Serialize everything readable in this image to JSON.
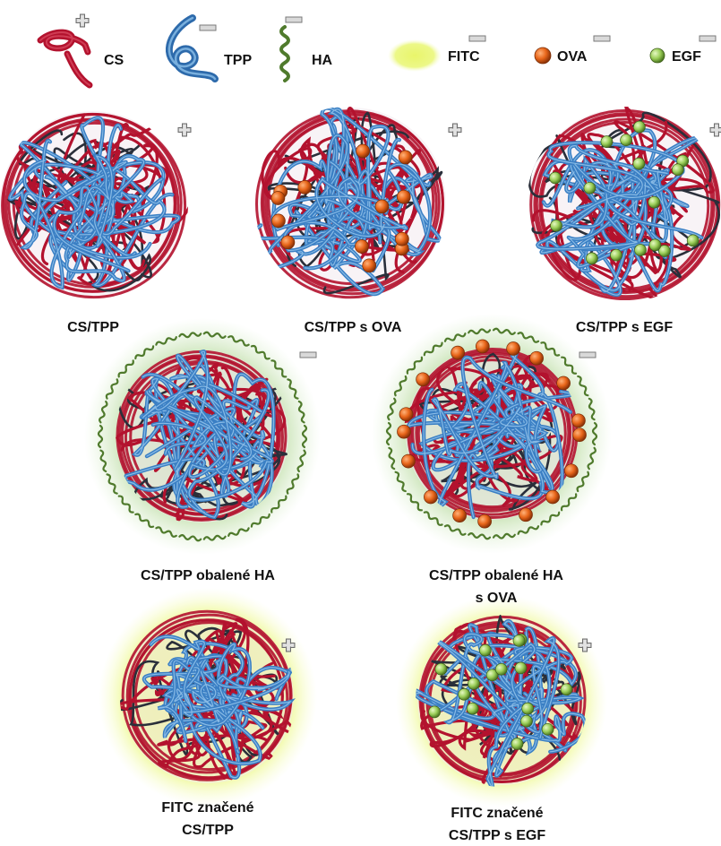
{
  "legend": {
    "cs": "CS",
    "tpp": "TPP",
    "ha": "HA",
    "fitc": "FITC",
    "ova": "OVA",
    "egf": "EGF"
  },
  "panels": {
    "cs_tpp": "CS/TPP",
    "cs_tpp_ova": "CS/TPP s OVA",
    "cs_tpp_egf": "CS/TPP s EGF",
    "cs_tpp_ha": "CS/TPP obalené HA",
    "cs_tpp_ha_ova_line1": "CS/TPP obalené HA",
    "cs_tpp_ha_ova_line2": "s OVA",
    "fitc_cs_tpp_line1": "FITC značené",
    "fitc_cs_tpp_line2": "CS/TPP",
    "fitc_cs_tpp_egf_line1": "FITC značené",
    "fitc_cs_tpp_egf_line2": "CS/TPP s EGF"
  },
  "colors": {
    "cs": "#b3122e",
    "tpp": "#3a7fc4",
    "ha": "#4f7a2c",
    "ha_glow": "#bfdcaa",
    "fitc_glow": "#e4f56a",
    "ova": "#e8661a",
    "egf": "#9ccf5a",
    "dark_strand": "#2a2f3a"
  }
}
